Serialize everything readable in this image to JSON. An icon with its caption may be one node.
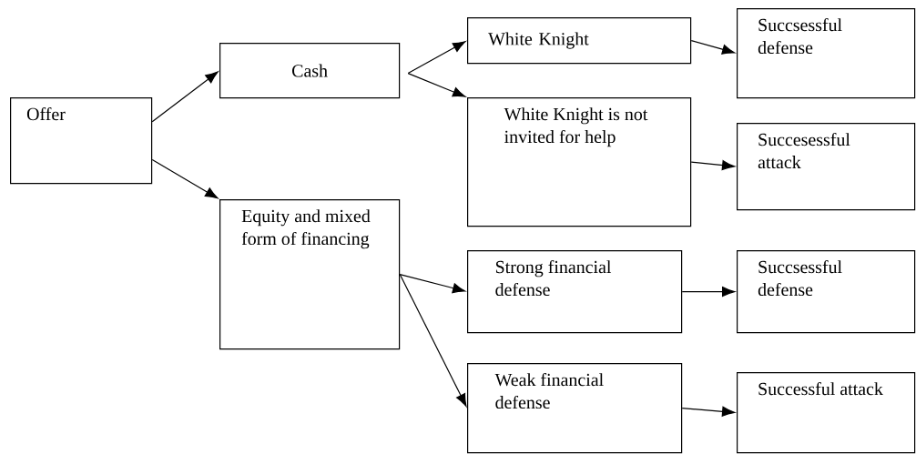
{
  "diagram": {
    "nodes": [
      {
        "text": [
          "Offer"
        ]
      },
      {
        "text": [
          "Cash"
        ]
      },
      {
        "text": [
          "Equity and mixed form of financing"
        ]
      },
      {
        "text": [
          "White Knight"
        ]
      },
      {
        "text": [
          "White Knight is not invited for help"
        ]
      },
      {
        "text": [
          "Succsessful defense"
        ]
      },
      {
        "text": [
          "Succesessful attack"
        ]
      },
      {
        "text": [
          "Strong financial defense"
        ]
      },
      {
        "text": [
          "Succsessful defense"
        ]
      },
      {
        "text": [
          "Weak financial defense"
        ]
      },
      {
        "text": [
          "Successful attack"
        ]
      }
    ],
    "edges": [
      {
        "from": 0,
        "to": 1,
        "arrow": "to"
      },
      {
        "from": 0,
        "to": 2,
        "arrow": "to"
      },
      {
        "from": 1,
        "to": 3,
        "arrow": "to"
      },
      {
        "from": 1,
        "to": 4,
        "arrow": "to"
      },
      {
        "from": 2,
        "to": 7,
        "arrow": "to"
      },
      {
        "from": 2,
        "to": 9,
        "arrow": "to"
      },
      {
        "from": 3,
        "to": 5,
        "arrow": "to"
      },
      {
        "from": 4,
        "to": 6,
        "arrow": "to"
      },
      {
        "from": 7,
        "to": 8,
        "arrow": "to"
      },
      {
        "from": 9,
        "to": 10,
        "arrow": "to"
      }
    ]
  }
}
